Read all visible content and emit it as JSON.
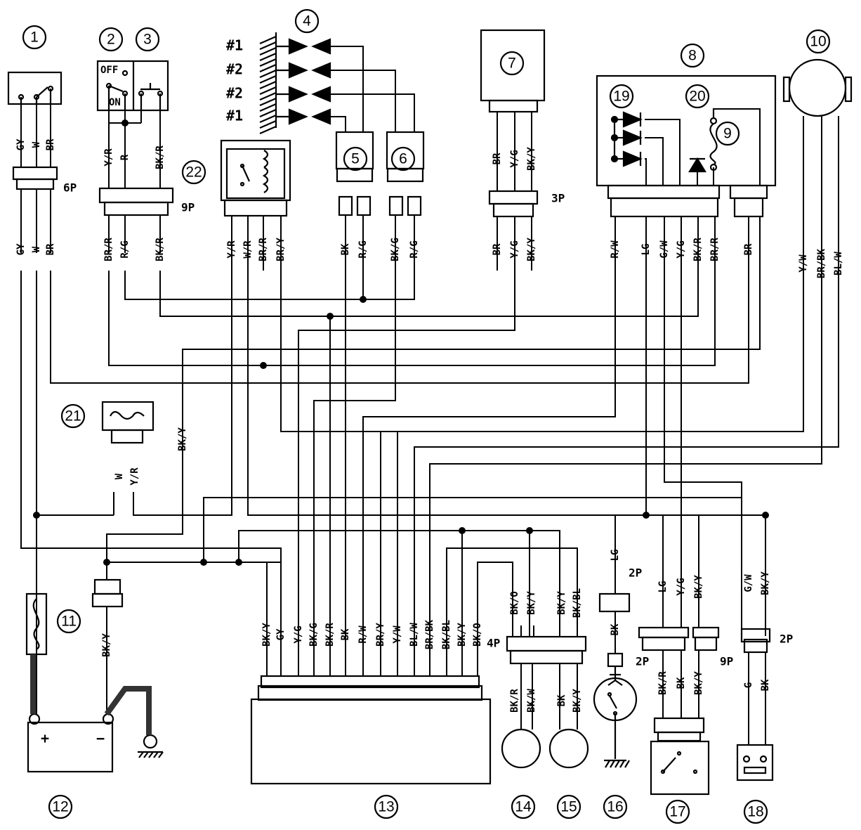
{
  "callouts": [
    "1",
    "2",
    "3",
    "4",
    "5",
    "6",
    "7",
    "8",
    "9",
    "10",
    "11",
    "12",
    "13",
    "14",
    "15",
    "16",
    "17",
    "18",
    "19",
    "20",
    "21",
    "22"
  ],
  "cylinder_labels": [
    "#1",
    "#2",
    "#2",
    "#1"
  ],
  "switch_labels": {
    "off": "OFF",
    "on": "ON"
  },
  "battery": {
    "plus": "+",
    "minus": "−"
  },
  "connector_labels": [
    "6P",
    "9P",
    "3P",
    "4P",
    "2P",
    "2P",
    "9P",
    "2P"
  ],
  "wire_labels": {
    "c1_top": [
      "GY",
      "W",
      "BR"
    ],
    "c1_bot": [
      "GY",
      "W",
      "BR"
    ],
    "c2_top": [
      "Y/R",
      "R",
      "BK/R"
    ],
    "c2_bot": [
      "BR/R",
      "R/G",
      "BK/R"
    ],
    "c22": [
      "Y/R",
      "W/R",
      "BR/R",
      "BR/Y"
    ],
    "c5": [
      "BK",
      "R/G"
    ],
    "c6": [
      "BK/G",
      "R/G"
    ],
    "c7_top": [
      "BR",
      "Y/G",
      "BK/Y"
    ],
    "c7_bot": [
      "BR",
      "Y/G",
      "BK/Y"
    ],
    "c8": [
      "R/W",
      "LG",
      "G/W",
      "Y/G",
      "BK/R",
      "BR/R",
      "BR"
    ],
    "c10": [
      "Y/W",
      "BR/BK",
      "BL/W"
    ],
    "c21": [
      "W",
      "Y/R"
    ],
    "c21_side": "BK/Y",
    "c11": "BK/Y",
    "ecu": [
      "BK/Y",
      "GY",
      "Y/G",
      "BK/G",
      "BK/R",
      "BK",
      "R/W",
      "BR/Y",
      "Y/W",
      "BL/W",
      "BR/BK",
      "BK/BL",
      "BK/Y",
      "BK/O"
    ],
    "c4p_top": [
      "BK/O",
      "BK/Y",
      "BK/Y",
      "BK/BL"
    ],
    "c4p_bot": [
      "BK/R",
      "BK/W",
      "BK",
      "BK/Y"
    ],
    "c16": [
      "LG",
      "BK"
    ],
    "c17_top": [
      "LG",
      "Y/G",
      "BK/Y"
    ],
    "c17_bot": [
      "BK/R",
      "BK",
      "BK/Y"
    ],
    "c18_top": [
      "G/W",
      "BK/Y"
    ],
    "c18_bot": [
      "G",
      "BK"
    ]
  },
  "colors": {
    "line": "#000000",
    "background": "#ffffff",
    "harness": "#333333"
  }
}
